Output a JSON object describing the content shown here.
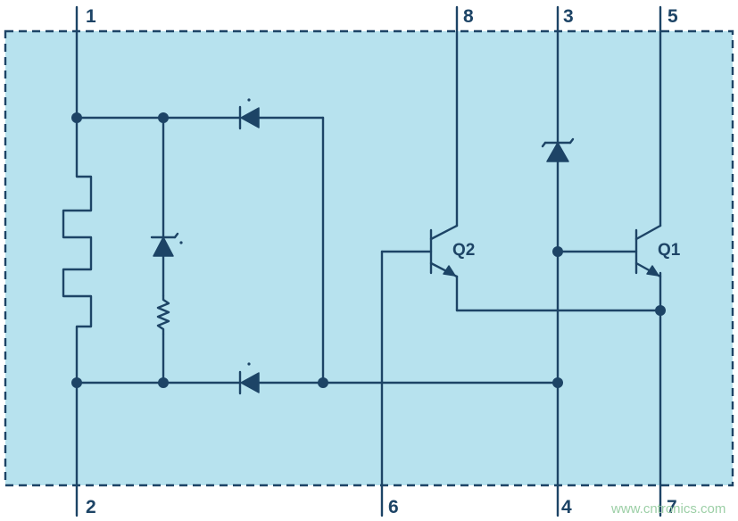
{
  "colors": {
    "background": "#ffffff",
    "package_fill": "#b7e2ee",
    "line": "#1d4466",
    "watermark": "#9ccfa6"
  },
  "pins": {
    "p1": "1",
    "p2": "2",
    "p3": "3",
    "p4": "4",
    "p5": "5",
    "p6": "6",
    "p7": "7",
    "p8": "8"
  },
  "transistors": {
    "q1": "Q1",
    "q2": "Q2"
  },
  "watermark": "www.cntronics.com"
}
